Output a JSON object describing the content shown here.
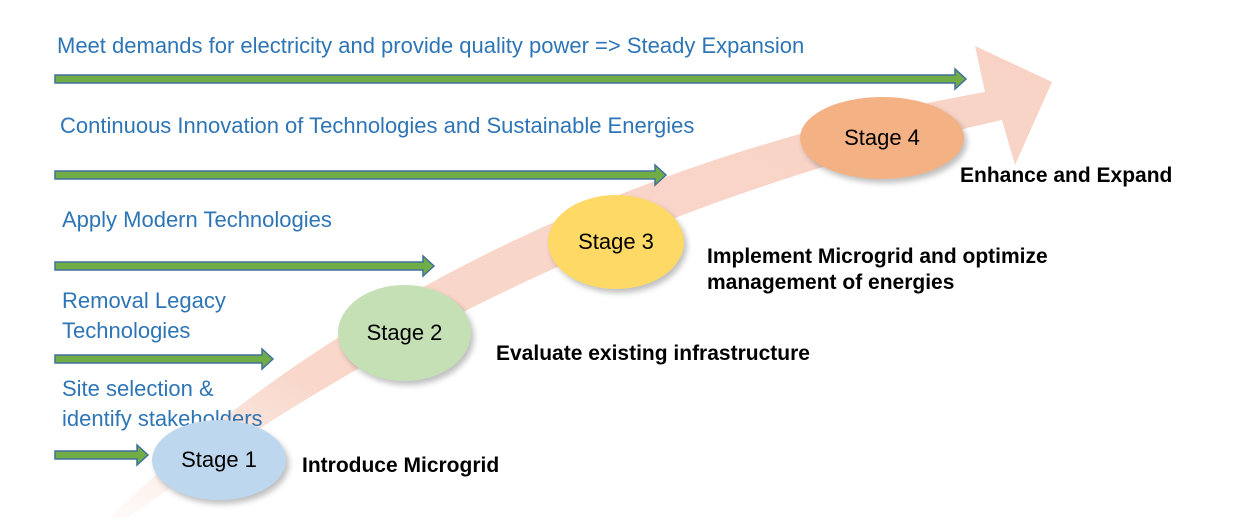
{
  "goals": {
    "g1": "Meet demands for electricity and provide quality power => Steady Expansion",
    "g2": "Continuous Innovation of Technologies and Sustainable Energies",
    "g3": "Apply Modern Technologies",
    "g4": [
      "Removal Legacy",
      "Technologies"
    ],
    "g5": [
      "Site selection &",
      "identify stakeholders"
    ]
  },
  "stages": [
    {
      "label": "Stage 1",
      "description": "Introduce Microgrid",
      "color": "#bdd7ee"
    },
    {
      "label": "Stage 2",
      "description": "Evaluate existing infrastructure",
      "color": "#c5e0b4"
    },
    {
      "label": "Stage 3",
      "description": [
        "Implement Microgrid and optimize",
        "management of energies"
      ],
      "color": "#ffd966"
    },
    {
      "label": "Stage 4",
      "description": "Enhance and Expand",
      "color": "#f4b183"
    }
  ],
  "colors": {
    "arrow_band": "#f8d3c5",
    "green_arrow_fill": "#70ad47",
    "green_arrow_stroke": "#41719c",
    "goal_text": "#2e75b6"
  }
}
